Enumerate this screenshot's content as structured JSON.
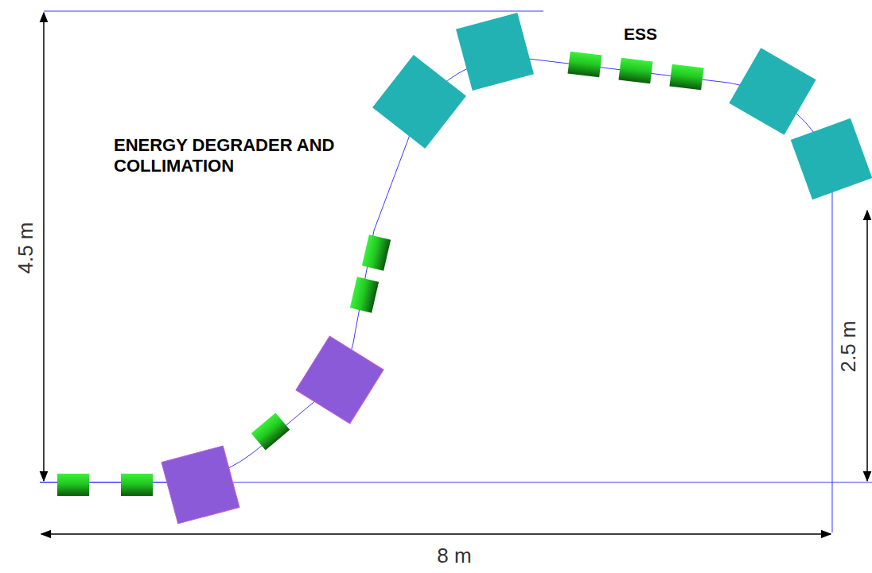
{
  "diagram": {
    "labels": [
      "ESS",
      "ENERGY DEGRADER AND COLLIMATION",
      "4.5 m",
      "2.5 m",
      "8 m"
    ]
  }
}
